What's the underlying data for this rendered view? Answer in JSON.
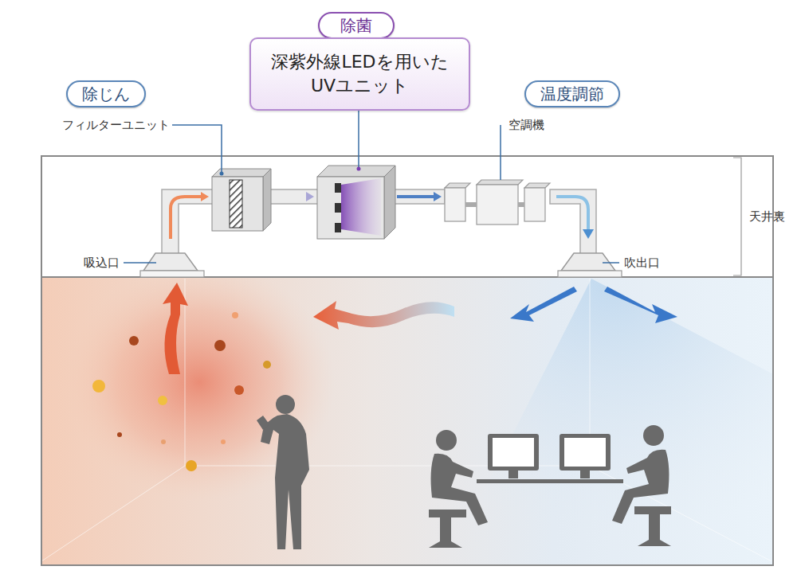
{
  "diagram": {
    "nodes": [
      {
        "text": [
          "除じん"
        ]
      },
      {
        "text": [
          "除菌"
        ]
      },
      {
        "text": [
          "深紫外線LEDを用いた UVユニット"
        ]
      },
      {
        "text": [
          "温度調節"
        ]
      }
    ],
    "labels": [
      "フィルターユニット",
      "空調機",
      "天井裏",
      "吸込口",
      "吹出口"
    ]
  }
}
